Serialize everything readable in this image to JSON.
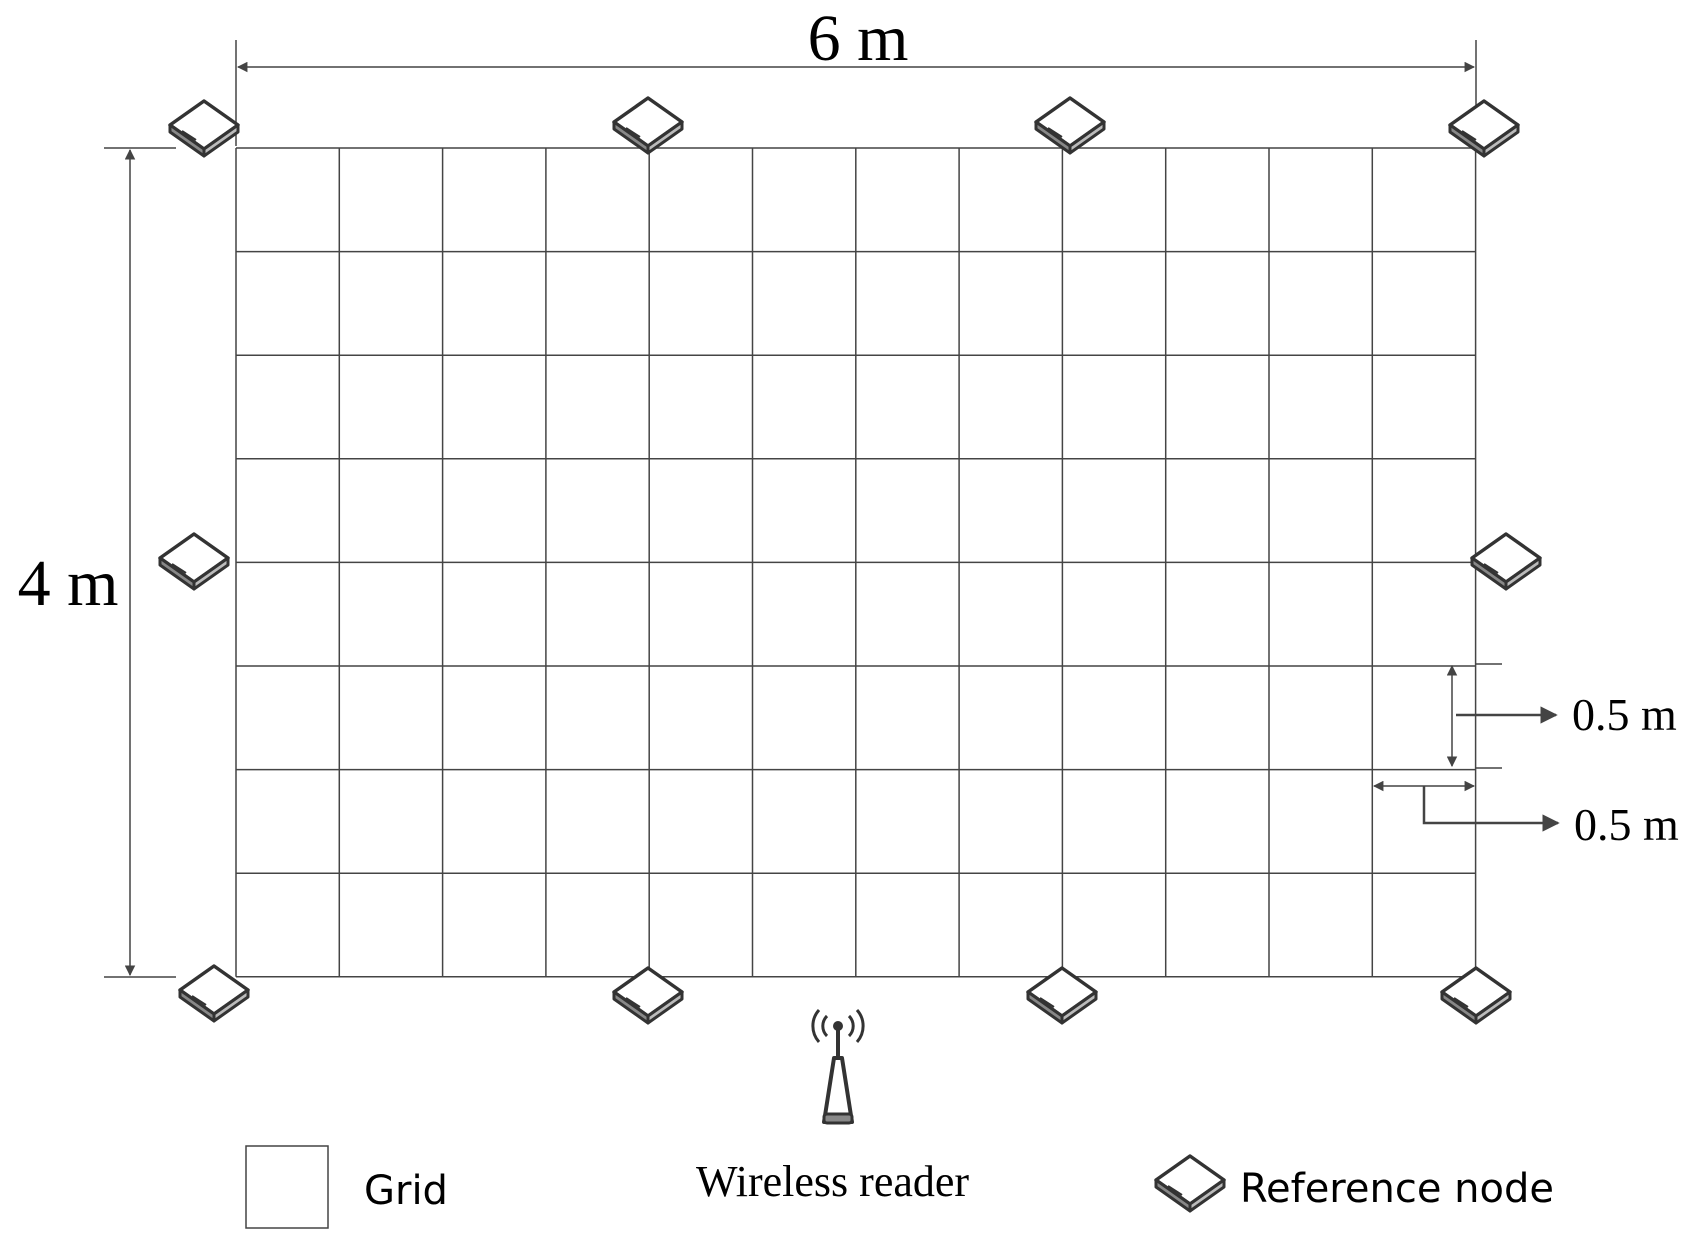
{
  "dimensions": {
    "width_label": "6 m",
    "height_label": "4 m",
    "cell_height_label": "0.5 m",
    "cell_width_label": "0.5 m"
  },
  "grid": {
    "columns": 12,
    "rows": 8
  },
  "legend": {
    "grid_label": "Grid",
    "reader_label": "Wireless reader",
    "node_label": "Reference node"
  },
  "colors": {
    "line": "#444444",
    "node_fill": "#ffffff",
    "node_stroke": "#333333"
  },
  "icons": {
    "node": "reference-node-icon",
    "reader": "wireless-reader-icon"
  }
}
